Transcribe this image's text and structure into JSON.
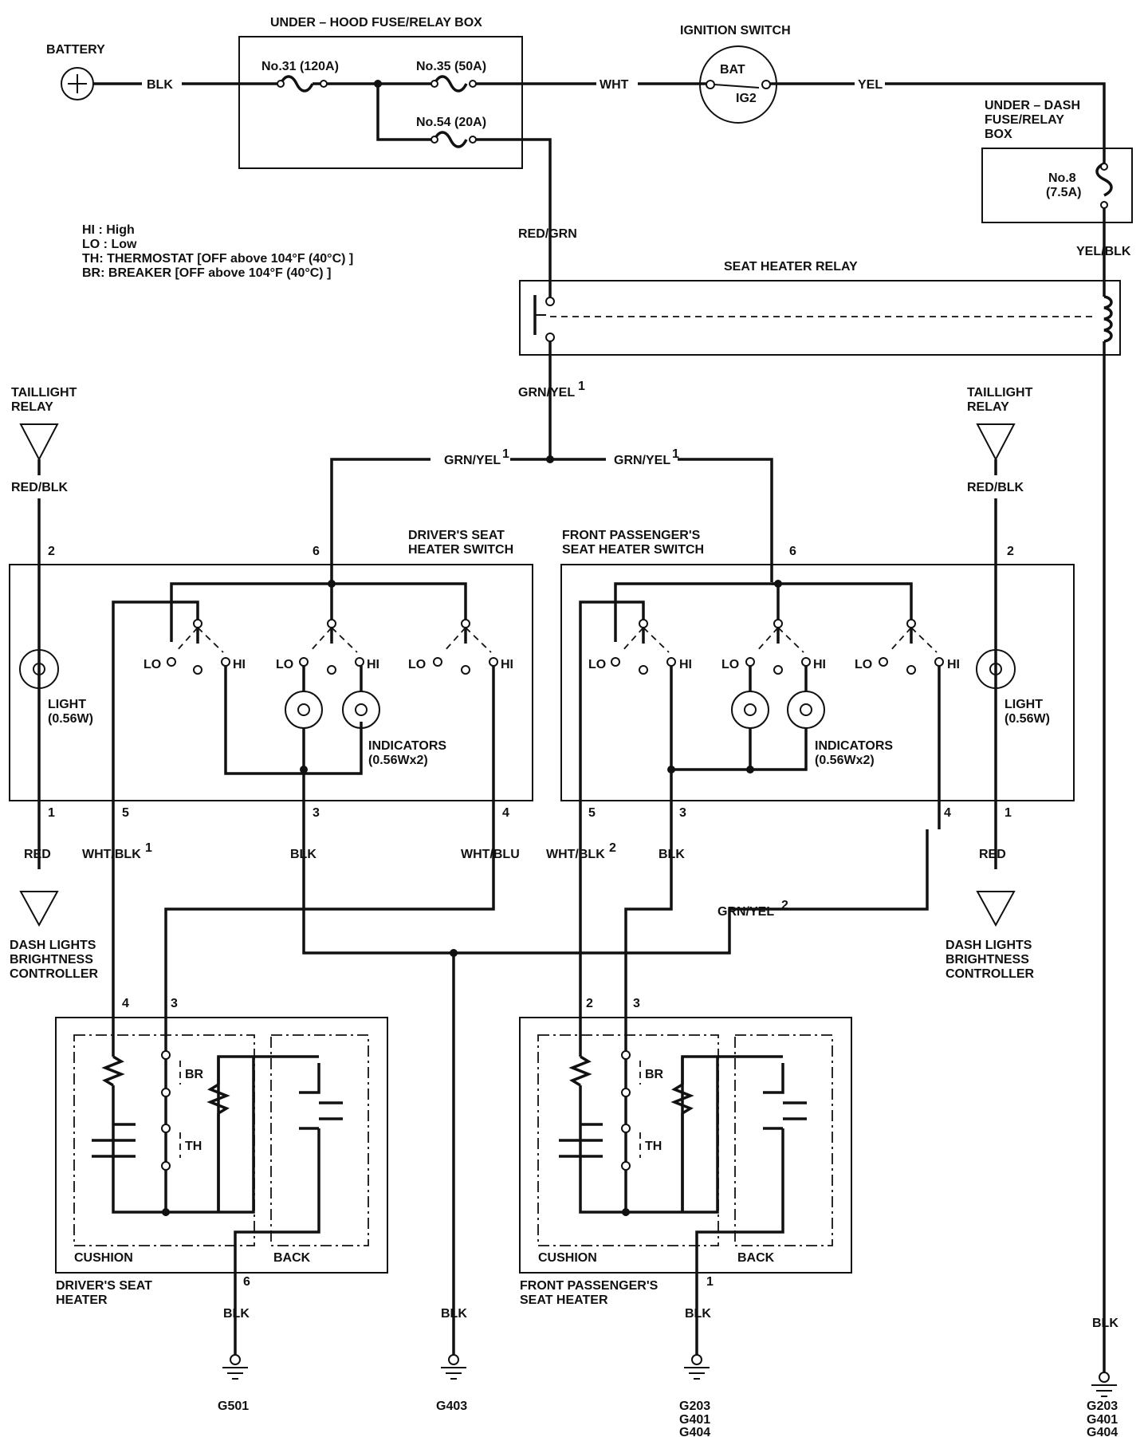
{
  "components": {
    "battery": "BATTERY",
    "underhood_box": "UNDER – HOOD FUSE/RELAY BOX",
    "fuse31": "No.31 (120A)",
    "fuse35": "No.35 (50A)",
    "fuse54": "No.54 (20A)",
    "ignition": "IGNITION SWITCH",
    "ign_bat": "BAT",
    "ign_ig2": "IG2",
    "underdash_1": "UNDER – DASH",
    "underdash_2": "FUSE/RELAY",
    "underdash_3": "BOX",
    "fuse8_1": "No.8",
    "fuse8_2": "(7.5A)",
    "relay": "SEAT HEATER RELAY",
    "taillight_1": "TAILLIGHT",
    "taillight_2": "RELAY",
    "driver_switch_1": "DRIVER'S SEAT",
    "driver_switch_2": "HEATER SWITCH",
    "pass_switch_1": "FRONT PASSENGER'S",
    "pass_switch_2": "SEAT HEATER SWITCH",
    "light_1": "LIGHT",
    "light_2": "(0.56W)",
    "indicators_1": "INDICATORS",
    "indicators_2": "(0.56Wx2)",
    "dash_1": "DASH LIGHTS",
    "dash_2": "BRIGHTNESS",
    "dash_3": "CONTROLLER",
    "cushion": "CUSHION",
    "back": "BACK",
    "driver_heater_1": "DRIVER'S SEAT",
    "driver_heater_2": "HEATER",
    "pass_heater_1": "FRONT PASSENGER'S",
    "pass_heater_2": "SEAT HEATER",
    "br": "BR",
    "th": "TH",
    "lo": "LO",
    "hi": "HI"
  },
  "legend": [
    "HI : High",
    "LO : Low",
    "TH: THERMOSTAT [OFF above 104°F (40°C) ]",
    "BR: BREAKER [OFF above 104°F (40°C) ]"
  ],
  "wires": {
    "blk": "BLK",
    "wht": "WHT",
    "yel": "YEL",
    "red_grn": "RED/GRN",
    "yel_blk": "YEL/BLK",
    "grn_yel1": "GRN/YEL",
    "grn_yel1_sup": "1",
    "grn_yel2": "GRN/YEL",
    "grn_yel2_sup": "2",
    "red_blk": "RED/BLK",
    "red": "RED",
    "wht_blk": "WHT/BLK",
    "wht_blu": "WHT/BLU",
    "sup1": "1",
    "sup2": "2"
  },
  "pins": {
    "p1": "1",
    "p2": "2",
    "p3": "3",
    "p4": "4",
    "p5": "5",
    "p6": "6"
  },
  "grounds": {
    "g501": "G501",
    "g403": "G403",
    "g203": "G203",
    "g401": "G401",
    "g404": "G404"
  }
}
